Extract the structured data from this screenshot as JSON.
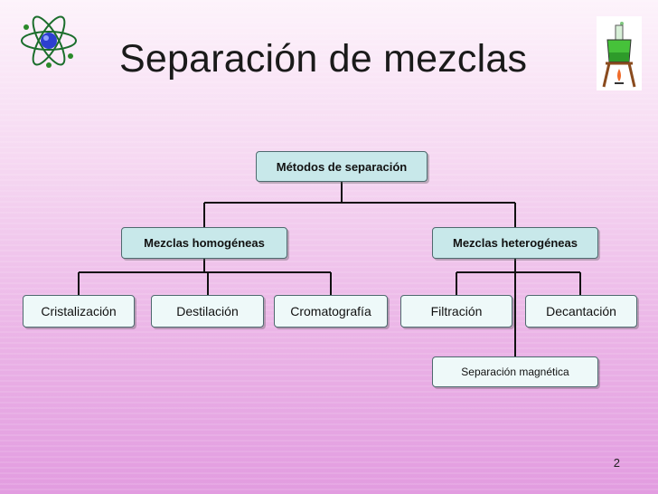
{
  "slide": {
    "title": "Separación de mezclas",
    "page_number": "2"
  },
  "diagram": {
    "root": "Métodos de separación",
    "branches": [
      {
        "label": "Mezclas homogéneas",
        "children": [
          "Cristalización",
          "Destilación",
          "Cromatografía"
        ]
      },
      {
        "label": "Mezclas heterogéneas",
        "children": [
          "Filtración",
          "Decantación",
          "Separación magnética"
        ]
      }
    ]
  },
  "icons": {
    "left": "atom-icon",
    "right": "lab-apparatus-icon"
  },
  "colors": {
    "node_fill": "#c8e8ea",
    "leaf_fill": "#eef9f9",
    "node_border": "#4e6a6e",
    "connector": "#111111"
  }
}
